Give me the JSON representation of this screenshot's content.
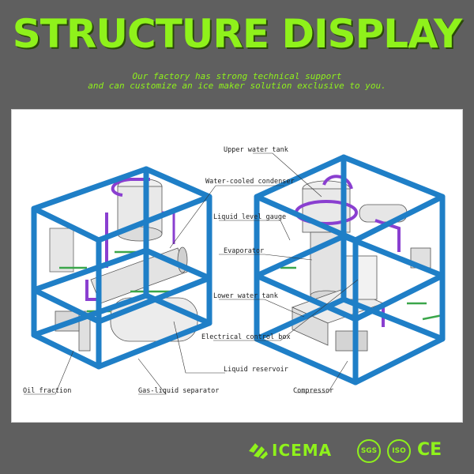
{
  "header": {
    "title": "STRUCTURE DISPLAY",
    "subtitle_line1": "Our factory has strong technical support",
    "subtitle_line2": "and can customize an ice maker solution exclusive to you."
  },
  "diagram": {
    "labels": {
      "upper_water_tank": "Upper water tank",
      "water_cooled_condenser": "Water-cooled condenser",
      "liquid_level_gauge": "Liquid level gauge",
      "evaporator": "Evaporator",
      "lower_water_tank": "Lower water tank",
      "electrical_control_box": "Electrical control box",
      "liquid_reservoir": "Liquid reservoir",
      "oil_fraction": "Oil fraction",
      "gas_liquid_separator": "Gas-liquid separator",
      "compressor": "Compressor"
    }
  },
  "footer": {
    "brand": "ICEMA",
    "certs": [
      "SGS",
      "ISO"
    ],
    "ce": "CE"
  },
  "colors": {
    "accent": "#8ff21b",
    "frame": "#1f7fc7",
    "pipe": "#8a3fd0",
    "background": "#5f5f5f"
  }
}
